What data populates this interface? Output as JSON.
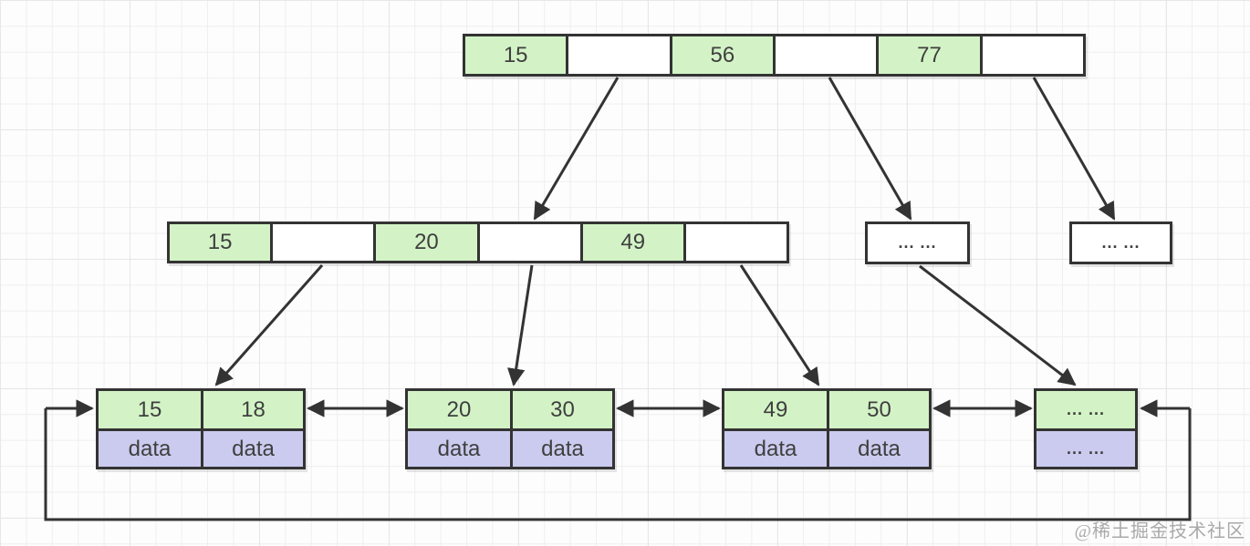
{
  "colors": {
    "canvas_bg": "#fdfdfd",
    "grid_line": "#efefef",
    "grid_line_major": "#e7e7e7",
    "stroke": "#333333",
    "key_fill": "#d3f3c6",
    "data_fill": "#cbcbef",
    "text": "#3f3f3f",
    "watermark": "#a9a9a9"
  },
  "root_node": {
    "cells": [
      "15",
      "",
      "56",
      "",
      "77",
      ""
    ]
  },
  "internal_node": {
    "cells": [
      "15",
      "",
      "20",
      "",
      "49",
      ""
    ]
  },
  "ellipsis_nodes": [
    {
      "label": "... ..."
    },
    {
      "label": "... ..."
    }
  ],
  "leaf_nodes": [
    {
      "keys": [
        "15",
        "18"
      ],
      "data": [
        "data",
        "data"
      ]
    },
    {
      "keys": [
        "20",
        "30"
      ],
      "data": [
        "data",
        "data"
      ]
    },
    {
      "keys": [
        "49",
        "50"
      ],
      "data": [
        "data",
        "data"
      ]
    },
    {
      "keys": [
        "... ..."
      ],
      "data": [
        "... ..."
      ]
    }
  ],
  "watermark": "@稀土掘金技术社区"
}
